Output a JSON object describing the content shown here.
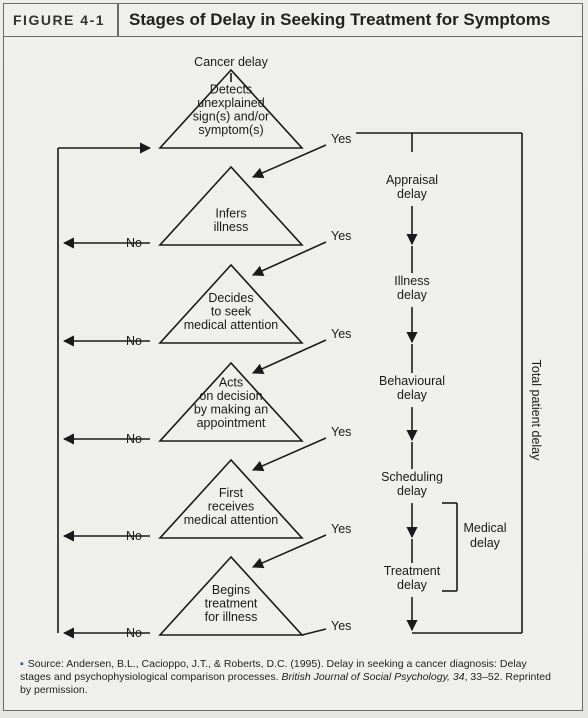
{
  "figure": {
    "number": "FIGURE 4-1",
    "title": "Stages of Delay in Seeking Treatment for Symptoms"
  },
  "flow": {
    "start_label": "Cancer delay",
    "stages": [
      {
        "lines": [
          "Detects",
          "unexplained",
          "sign(s) and/or",
          "symptom(s)"
        ],
        "yes": "Yes",
        "no": ""
      },
      {
        "lines": [
          "Infers",
          "illness"
        ],
        "yes": "Yes",
        "no": "No"
      },
      {
        "lines": [
          "Decides",
          "to seek",
          "medical attention"
        ],
        "yes": "Yes",
        "no": "No"
      },
      {
        "lines": [
          "Acts",
          "on decision",
          "by making an",
          "appointment"
        ],
        "yes": "Yes",
        "no": "No"
      },
      {
        "lines": [
          "First",
          "receives",
          "medical attention"
        ],
        "yes": "Yes",
        "no": "No"
      },
      {
        "lines": [
          "Begins",
          "treatment",
          "for illness"
        ],
        "yes": "Yes",
        "no": "No"
      }
    ]
  },
  "timeline": {
    "stages": [
      {
        "lines": [
          "Appraisal",
          "delay"
        ]
      },
      {
        "lines": [
          "Illness",
          "delay"
        ]
      },
      {
        "lines": [
          "Behavioural",
          "delay"
        ]
      },
      {
        "lines": [
          "Scheduling",
          "delay"
        ]
      },
      {
        "lines": [
          "Treatment",
          "delay"
        ]
      }
    ],
    "total_label": "Total patient delay",
    "medical_label": [
      "Medical",
      "delay"
    ]
  },
  "source": {
    "prefix": "Source: Andersen, B.L., Cacioppo, J.T., & Roberts, D.C. (1995). Delay in seeking a cancer diagnosis: Delay stages and psychophysiological comparison processes. ",
    "journal": "British Journal of Social Psychology, 34",
    "suffix": ", 33–52. Reprinted by permission."
  },
  "colors": {
    "line": "#1a1a1a",
    "bullet": "#2b54a6"
  }
}
